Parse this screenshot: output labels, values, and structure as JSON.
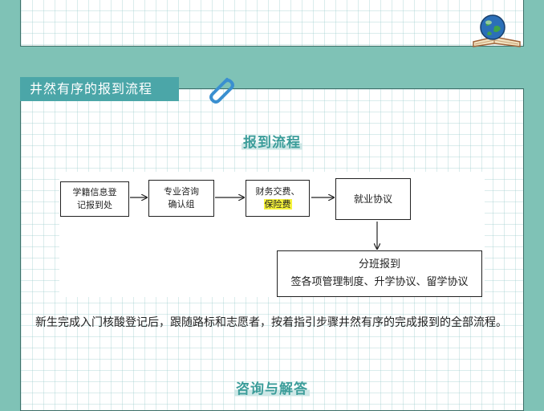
{
  "section": {
    "title": "井然有序的报到流程"
  },
  "headings": {
    "process": "报到流程",
    "consult": "咨询与解答"
  },
  "flow": {
    "step1_line1": "学籍信息登",
    "step1_line2": "记报到处",
    "step2_line1": "专业咨询",
    "step2_line2": "确认组",
    "step3_line1": "财务交费、",
    "step3_line2": "保险费",
    "step4": "就业协议",
    "step5_line1": "分班报到",
    "step5_line2": "签各项管理制度、升学协议、留学协议"
  },
  "description": "新生完成入门核酸登记后，跟随路标和志愿者，按着指引步骤井然有序的完成报到的全部流程。",
  "colors": {
    "background": "#7fc2b6",
    "accent": "#4ba6a8",
    "highlight": "#f5f23a"
  },
  "icons": {
    "decoration": "globe-book-icon",
    "clip": "paperclip-icon"
  }
}
